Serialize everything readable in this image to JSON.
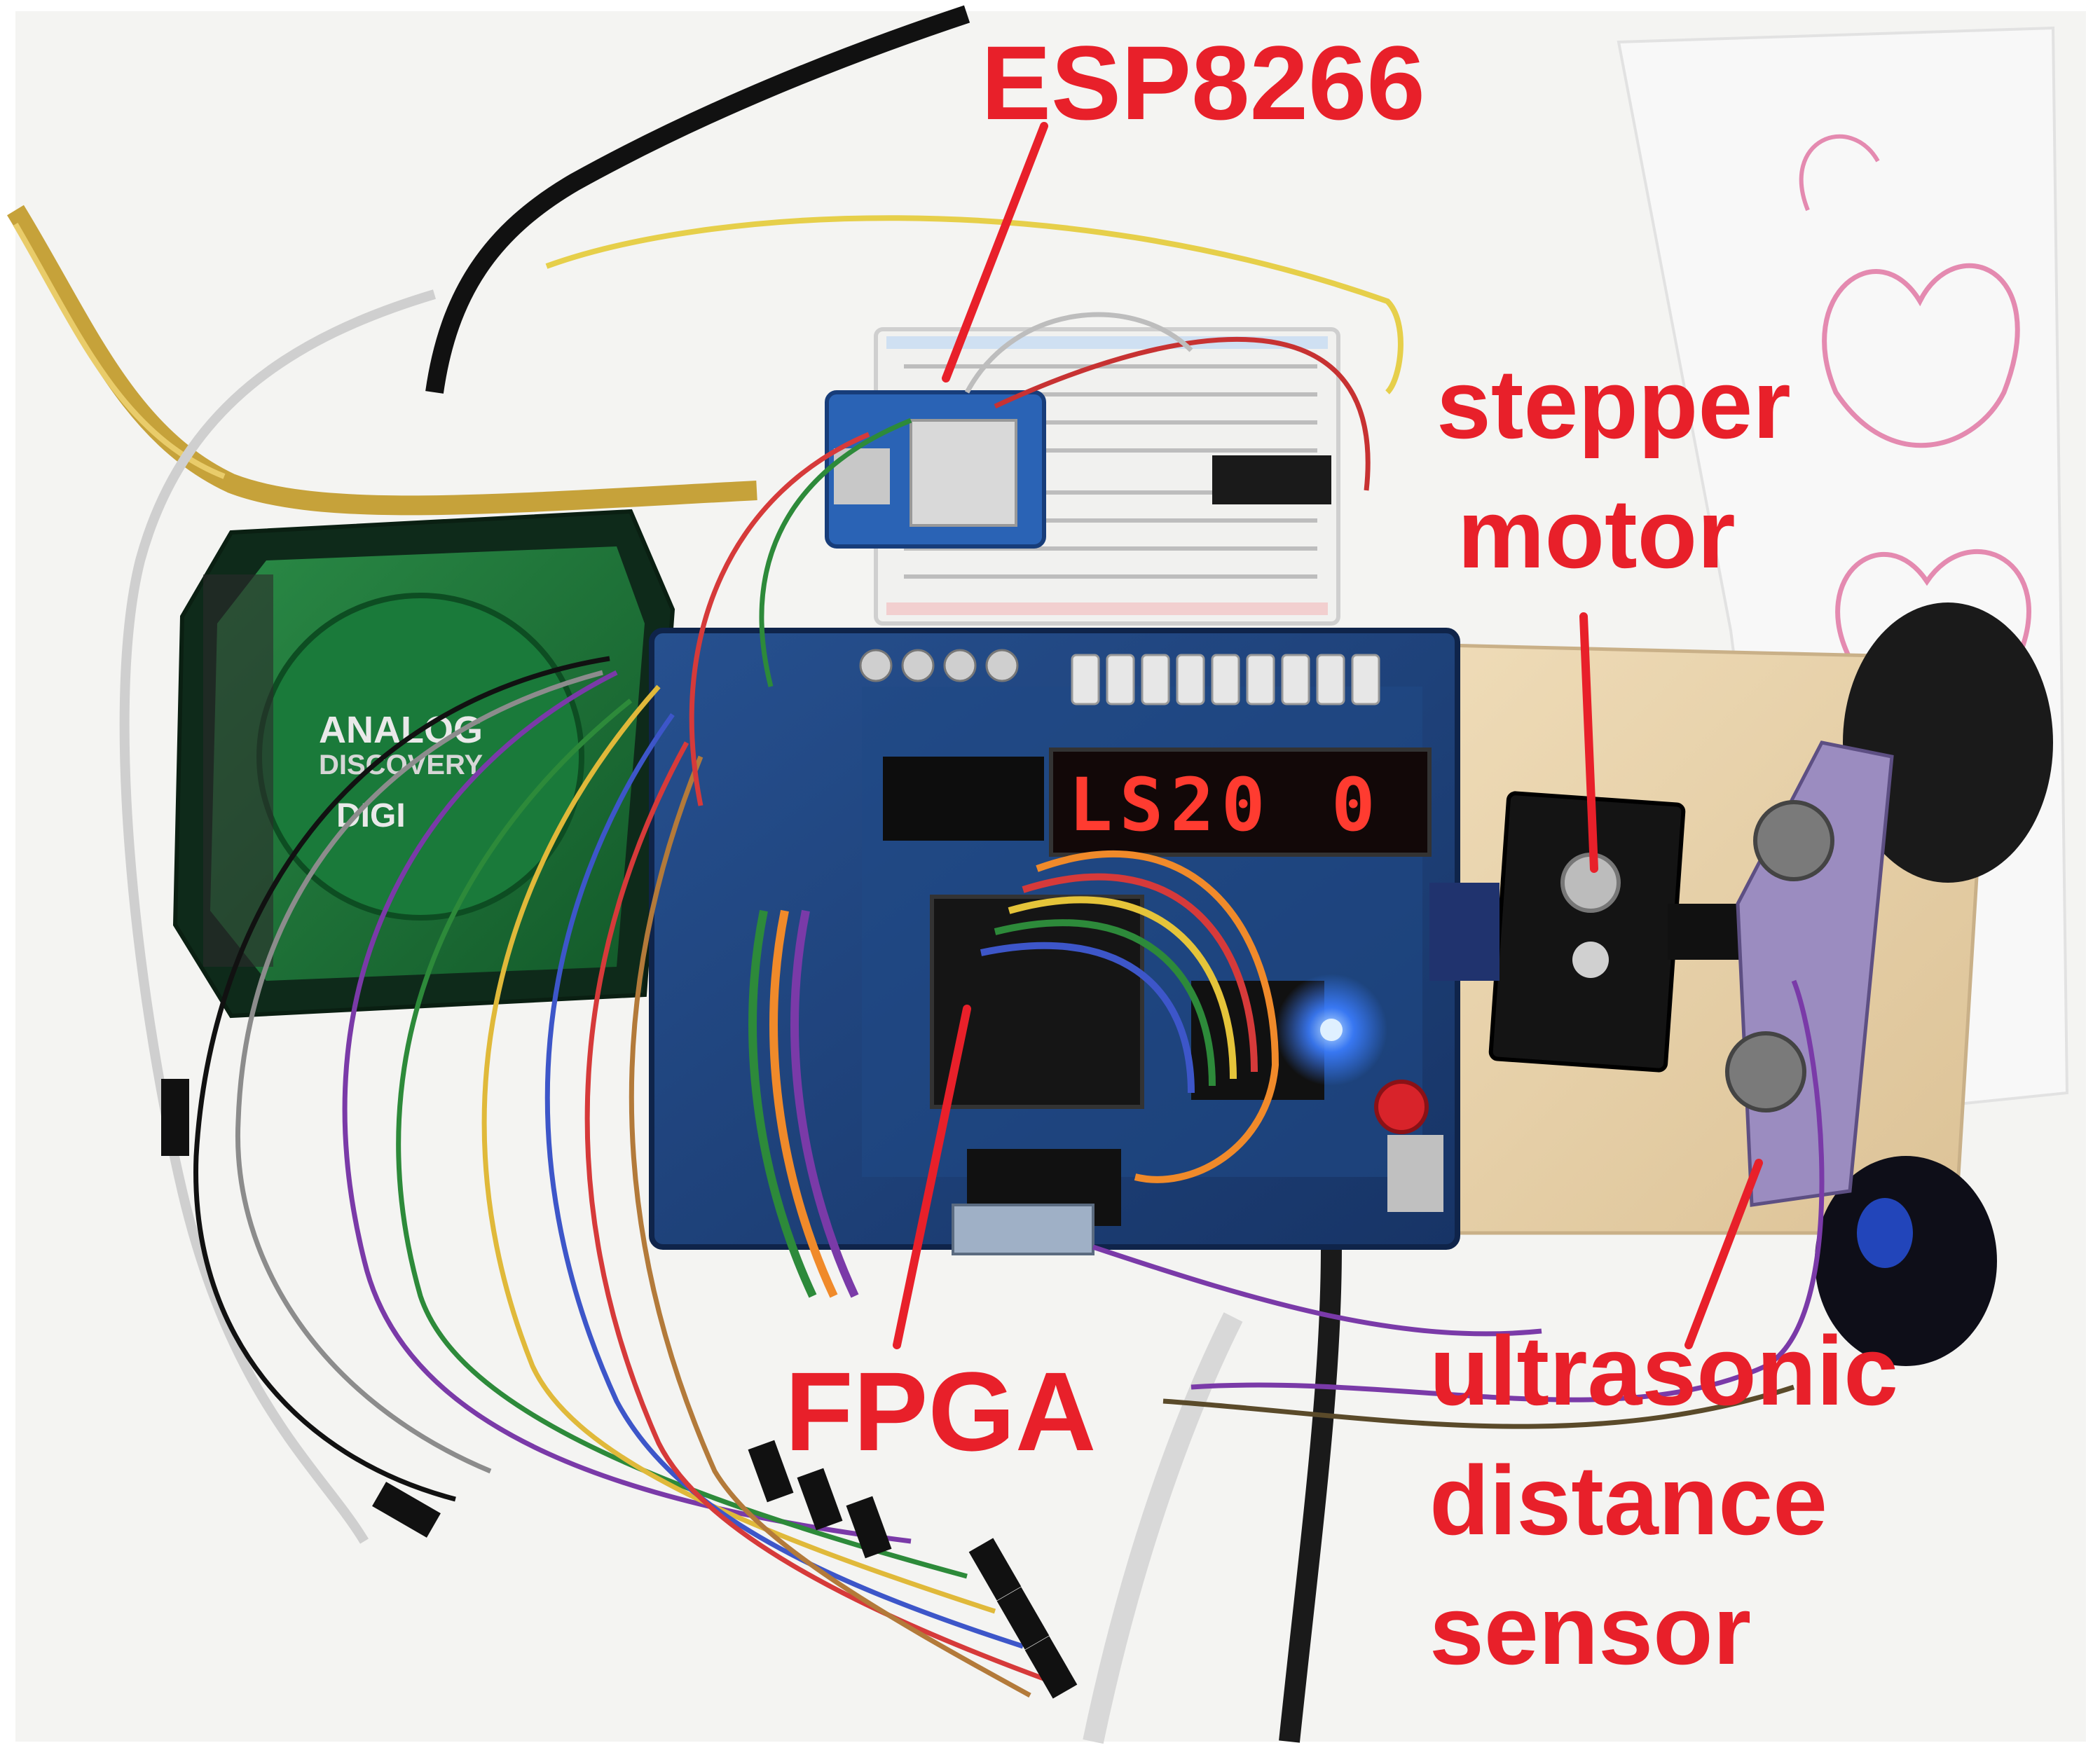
{
  "image": {
    "description_labels": {
      "esp": "ESP8266",
      "stepper_line1": "stepper",
      "stepper_line2": "motor",
      "fpga": "FPGA",
      "sensor_line1": "ultrasonic",
      "sensor_line2": "distance",
      "sensor_line3": "sensor"
    },
    "device_text": {
      "analog_line1": "ANALOG",
      "analog_line2": "DISCOVERY",
      "digilent": "DIGI",
      "seven_segment_left": "LS20",
      "seven_segment_right": "0"
    },
    "colors": {
      "label_red": "#e8202a",
      "background": "#f4f4f2",
      "board_blue": "#1d3f7a",
      "analog_green": "#1f7a3a",
      "wood": "#e9d6b0",
      "segment_red": "#ff3b30",
      "led_blue": "#3b7dff"
    }
  }
}
